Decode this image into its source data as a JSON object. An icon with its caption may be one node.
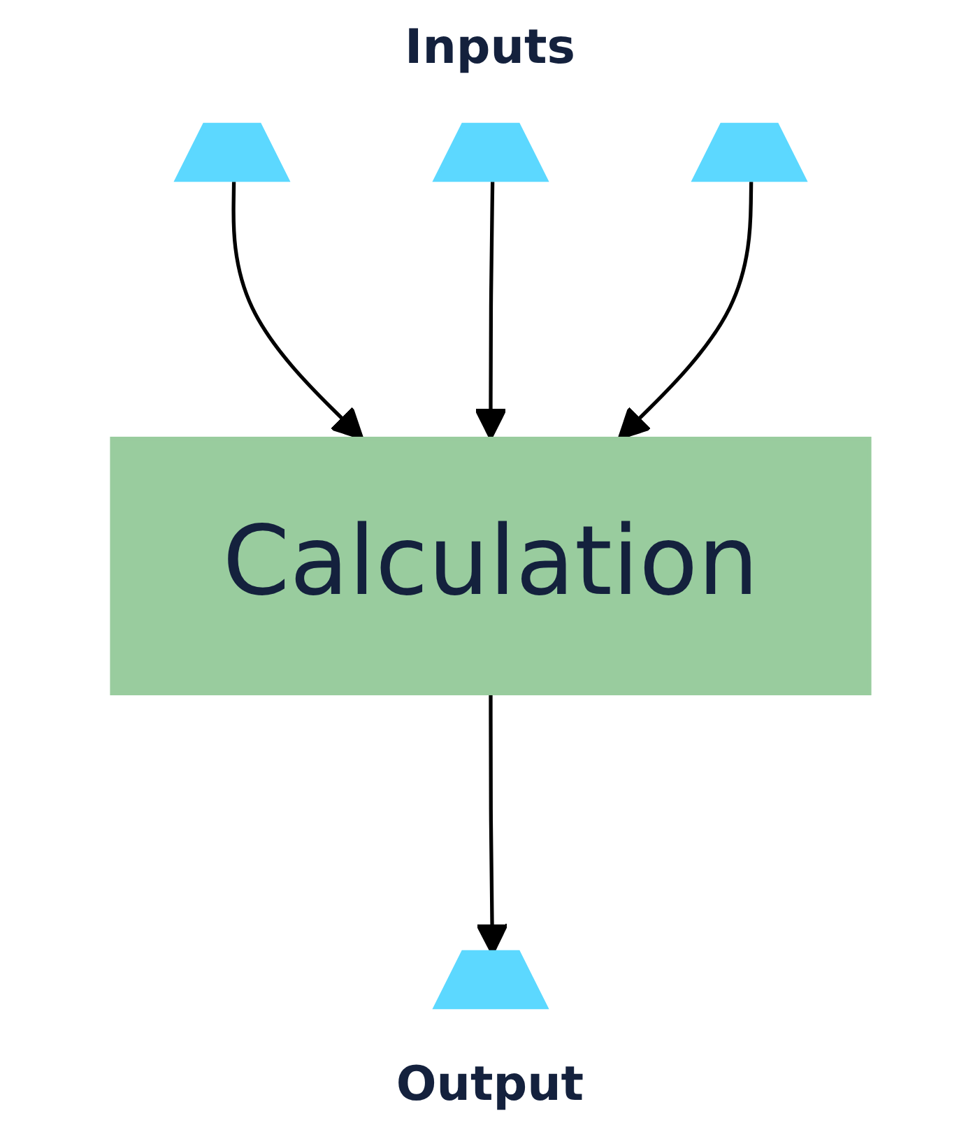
{
  "diagram": {
    "nodes": [
      {
        "text": [],
        "shape": "picture"
      },
      {
        "text": [],
        "shape": "picture"
      },
      {
        "text": [],
        "shape": "picture"
      },
      {
        "text": [
          "Calculation"
        ]
      },
      {
        "text": [],
        "shape": "picture"
      }
    ],
    "edges": [
      {
        "from": 0,
        "to": 3,
        "arrow": "to"
      },
      {
        "from": 1,
        "to": 3,
        "arrow": "to"
      },
      {
        "from": 2,
        "to": 3,
        "arrow": "to"
      },
      {
        "from": 3,
        "to": 4,
        "arrow": "to"
      }
    ],
    "labels": [
      "Inputs",
      "Output"
    ]
  }
}
